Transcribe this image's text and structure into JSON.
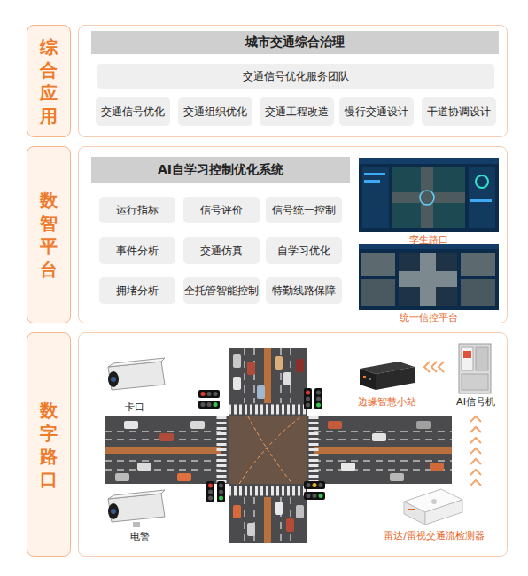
{
  "diagram": {
    "nodes": [
      {
        "text": [
          "综合应用"
        ]
      },
      {
        "text": [
          "城市交通综合治理"
        ]
      },
      {
        "text": [
          "交通信号优化服务团队"
        ]
      },
      {
        "text": [
          "交通信号优化"
        ]
      },
      {
        "text": [
          "交通组织优化"
        ]
      },
      {
        "text": [
          "交通工程改造"
        ]
      },
      {
        "text": [
          "慢行交通设计"
        ]
      },
      {
        "text": [
          "干道协调设计"
        ]
      },
      {
        "text": [
          "数智平台"
        ]
      },
      {
        "text": [
          "AI自学习控制优化系统"
        ]
      },
      {
        "text": [
          "运行指标"
        ]
      },
      {
        "text": [
          "信号评价"
        ]
      },
      {
        "text": [
          "信号统一控制"
        ]
      },
      {
        "text": [
          "事件分析"
        ]
      },
      {
        "text": [
          "交通仿真"
        ]
      },
      {
        "text": [
          "自学习优化"
        ]
      },
      {
        "text": [
          "拥堵分析"
        ]
      },
      {
        "text": [
          "全托管智能控制"
        ]
      },
      {
        "text": [
          "特勤线路保障"
        ]
      },
      {
        "text": [
          "数字路口"
        ]
      }
    ],
    "labels": [
      "孪生路口",
      "统一信控平台",
      "卡口",
      "电警",
      "边缘智慧小站",
      "AI信号机",
      "雷达/雷视交通流检测器"
    ]
  }
}
